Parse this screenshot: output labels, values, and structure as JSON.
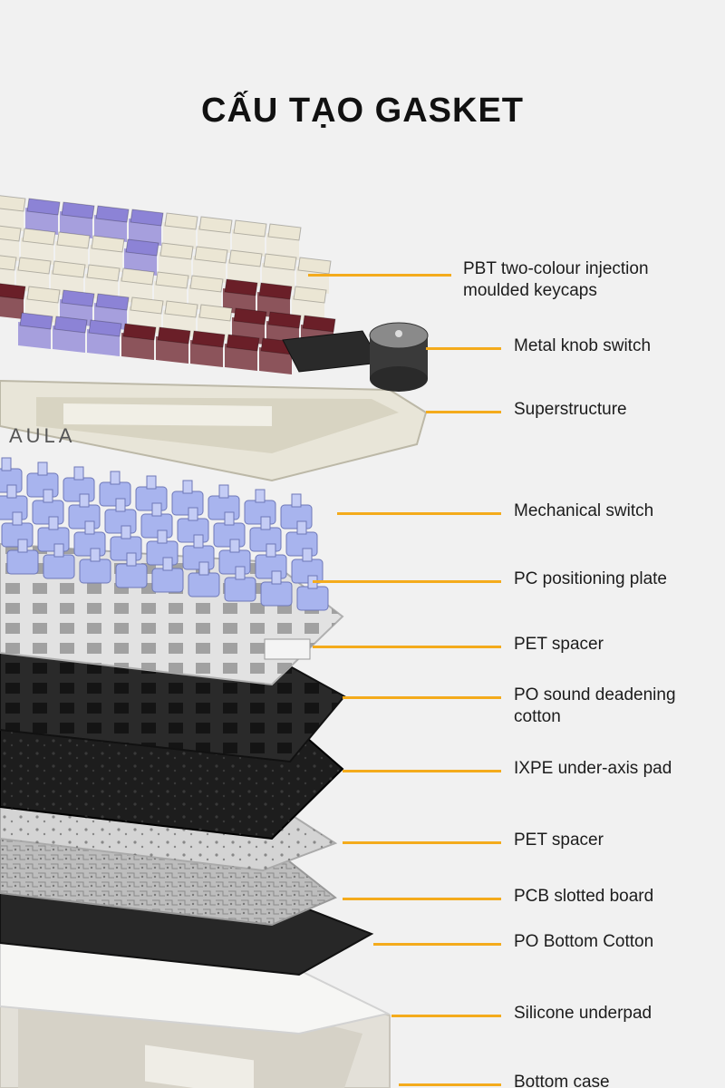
{
  "title": "CẤU TẠO GASKET",
  "brand_logo_text": "AULA",
  "colors": {
    "background": "#f1f1f1",
    "leader_line": "#f4ab1c",
    "keycap_purple": "#8c83d6",
    "keycap_maroon": "#6a1f28",
    "keycap_cream": "#ebe6d4",
    "switch_blue": "#a8b4ee"
  },
  "layers": [
    {
      "label": "PBT two-colour injection\nmoulded keycaps"
    },
    {
      "label": "Metal knob switch"
    },
    {
      "label": "Superstructure"
    },
    {
      "label": "Mechanical switch"
    },
    {
      "label": "PC positioning plate"
    },
    {
      "label": "PET spacer"
    },
    {
      "label": "PO sound deadening\ncotton"
    },
    {
      "label": "IXPE under-axis pad"
    },
    {
      "label": "PET spacer"
    },
    {
      "label": "PCB slotted board"
    },
    {
      "label": "PO Bottom Cotton"
    },
    {
      "label": "Silicone underpad"
    },
    {
      "label": "Bottom case"
    }
  ]
}
